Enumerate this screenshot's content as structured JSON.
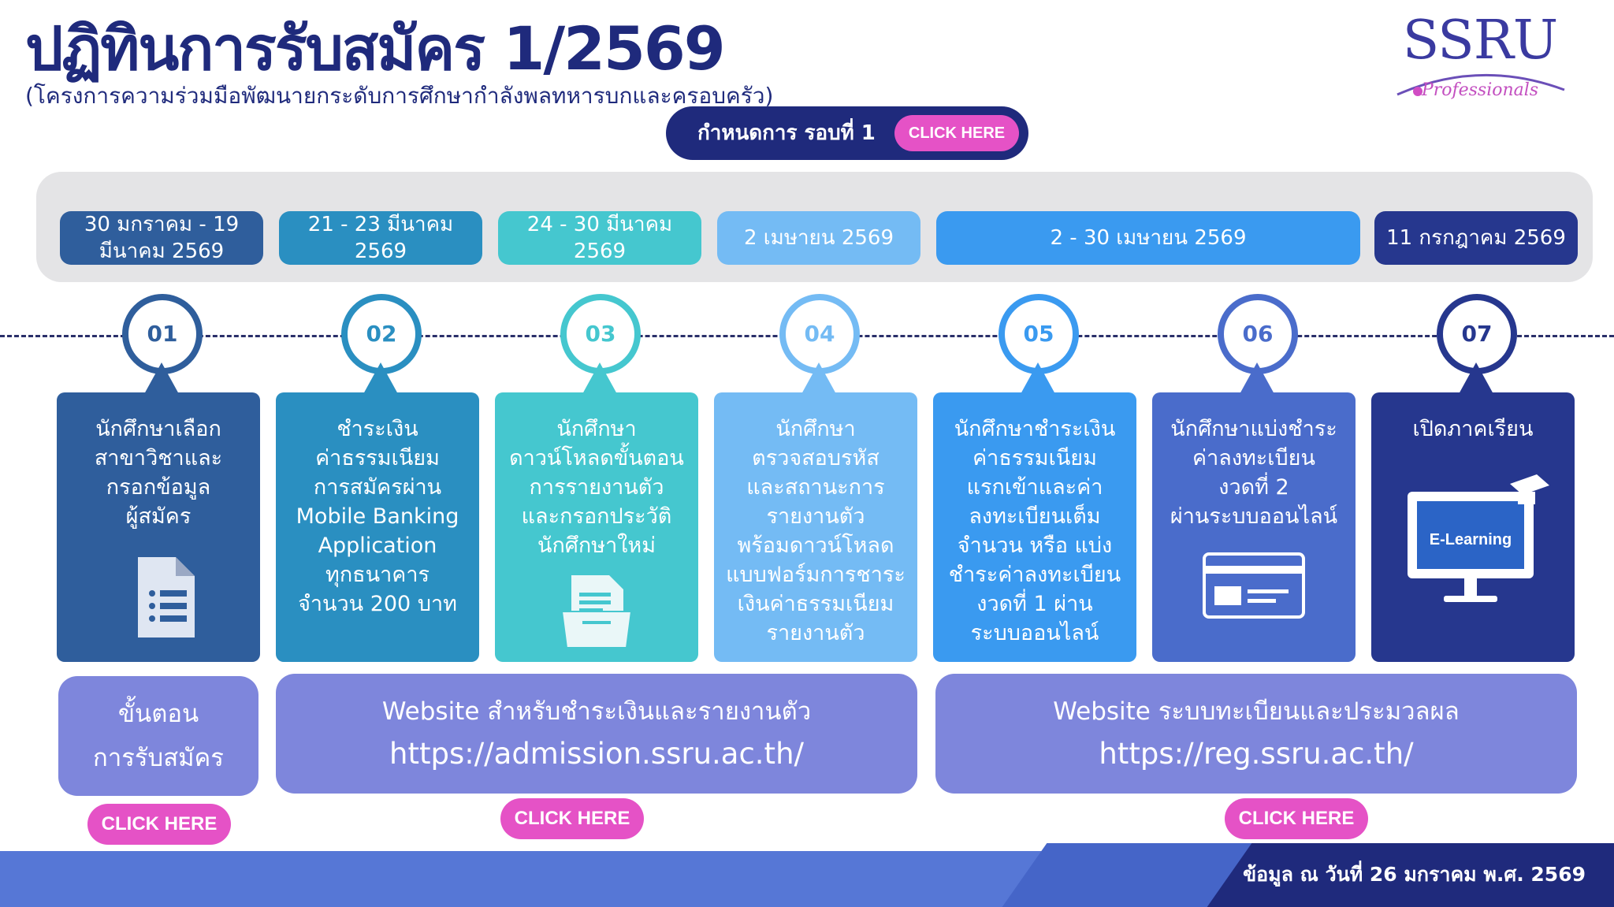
{
  "header": {
    "title": "ปฏิทินการรับสมัคร 1/2569",
    "subtitle": "(โครงการความร่วมมือพัฒนายกระดับการศึกษากำลังพลทหารบกและครอบครัว)",
    "logo_main": "SSRU",
    "logo_sub": "Professionals"
  },
  "round": {
    "label": "กำหนดการ รอบที่  1",
    "button": "CLICK HERE"
  },
  "dates": [
    {
      "text": "30 มกราคม - 19 มีนาคม 2569",
      "color": "#2f5e9c"
    },
    {
      "text": "21 - 23 มีนาคม 2569",
      "color": "#2a8fc1"
    },
    {
      "text": "24 - 30 มีนาคม 2569",
      "color": "#45c7cf"
    },
    {
      "text": "2 เมษายน 2569",
      "color": "#74bbf4"
    },
    {
      "text": "2  - 30 เมษายน 2569",
      "color": "#3a9af0"
    },
    {
      "text": "11 กรกฎาคม 2569",
      "color": "#26378e"
    }
  ],
  "steps": [
    {
      "num": "01",
      "text": "นักศึกษาเลือก\nสาขาวิชาและ\nกรอกข้อมูล\nผู้สมัคร",
      "color": "#2f5e9c",
      "icon": "document-list-icon"
    },
    {
      "num": "02",
      "text": "ชำระเงิน\nค่าธรรมเนียม\nการสมัครผ่าน\nMobile Banking\nApplication\nทุกธนาคาร\nจำนวน 200 บาท",
      "color": "#2a8fc1",
      "icon": ""
    },
    {
      "num": "03",
      "text": "นักศึกษา\nดาวน์โหลดขั้นตอน\nการรายงานตัว\nและกรอกประวัติ\nนักศึกษาใหม่",
      "color": "#45c7cf",
      "icon": "file-folder-icon"
    },
    {
      "num": "04",
      "text": "นักศึกษา\nตรวจสอบรหัส\nและสถานะการ\nรายงานตัว\nพร้อมดาวน์โหลด\nแบบฟอร์มการชาระ\nเงินค่าธรรมเนียม\nรายงานตัว",
      "color": "#74bbf4",
      "icon": ""
    },
    {
      "num": "05",
      "text": "นักศึกษาชำระเงิน\nค่าธรรมเนียม\nแรกเข้าและค่า\nลงทะเบียนเต็ม\nจำนวน หรือ แบ่ง\nชำระค่าลงทะเบียน\nงวดที่ 1 ผ่าน\nระบบออนไลน์",
      "color": "#3a9af0",
      "icon": ""
    },
    {
      "num": "06",
      "text": "นักศึกษาแบ่งชำระ\nค่าลงทะเบียน\nงวดที่ 2\nผ่านระบบออนไลน์",
      "color": "#4a6ccb",
      "icon": "credit-card-icon"
    },
    {
      "num": "07",
      "text": "เปิดภาคเรียน",
      "color": "#26378e",
      "icon": "e-learning-monitor-icon",
      "icon_label": "E-Learning"
    }
  ],
  "bottom": {
    "process": {
      "line1": "ขั้นตอน",
      "line2": "การรับสมัคร",
      "button": "CLICK HERE"
    },
    "admission": {
      "line1": "Website สำหรับชำระเงินและรายงานตัว",
      "url": "https://admission.ssru.ac.th/",
      "button": "CLICK HERE"
    },
    "reg": {
      "line1": "Website ระบบทะเบียนและประมวลผล",
      "url": "https://reg.ssru.ac.th/",
      "button": "CLICK HERE"
    }
  },
  "footer": {
    "text": "ข้อมูล ณ วันที่ 26 มกราคม พ.ศ. 2569"
  }
}
